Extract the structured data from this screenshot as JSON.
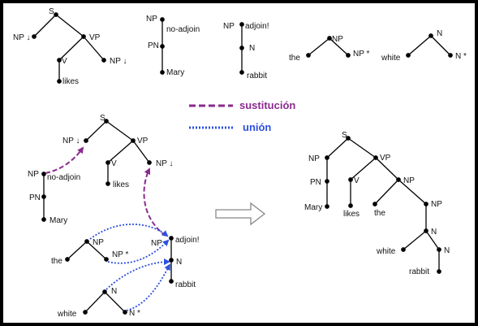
{
  "colors": {
    "tree": "#000000",
    "substitution": "#8a2a8e",
    "adjunction": "#2d4fe0",
    "arrow": "#888888"
  },
  "legend": {
    "substitution": "sustitución",
    "adjunction": "unión"
  },
  "labels": {
    "S": "S",
    "NP": "NP",
    "VP": "VP",
    "V": "V",
    "PN": "PN",
    "N": "N",
    "NP_sub": "NP ↓",
    "NP_foot": "NP *",
    "N_foot": "N *",
    "no_adjoin": "no-adjoin",
    "adjoin": "adjoin!",
    "likes": "likes",
    "Mary": "Mary",
    "rabbit": "rabbit",
    "the": "the",
    "white": "white"
  }
}
